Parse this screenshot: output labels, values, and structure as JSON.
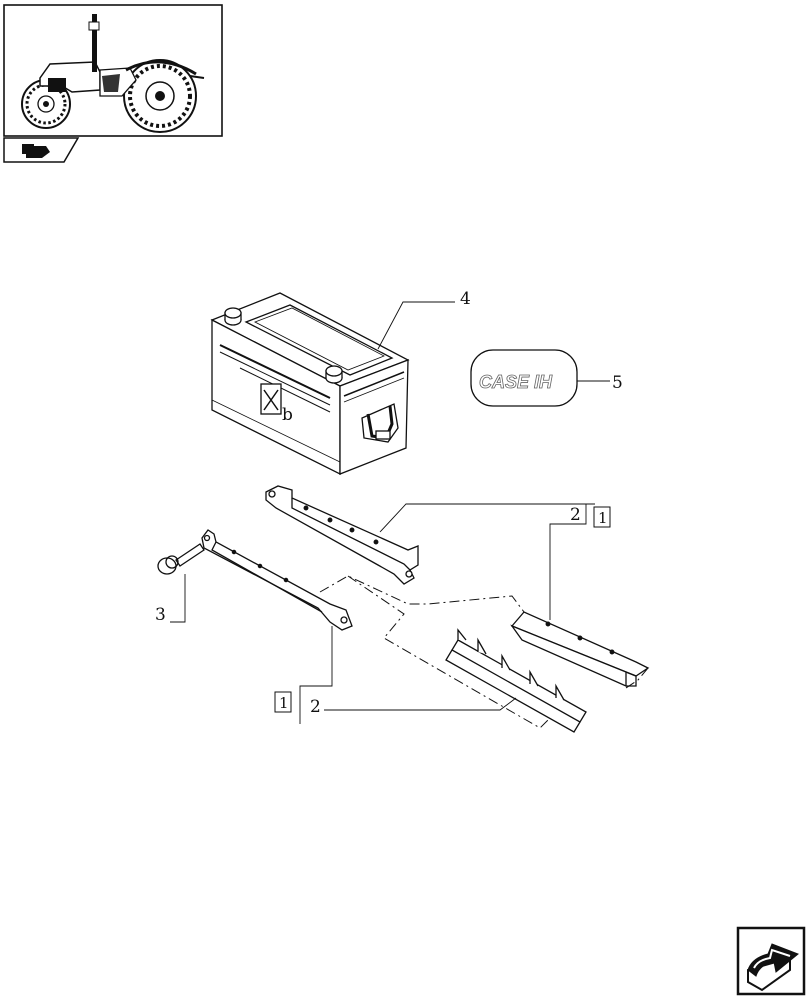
{
  "callouts": {
    "battery": "4",
    "decal": "5",
    "bolt": "3",
    "bracket_upper_ref": "2",
    "bracket_upper_box": "1",
    "bracket_lower_ref": "2",
    "bracket_lower_box": "1"
  },
  "battery_mark": "b",
  "decal_text": "CASE IH",
  "icons": {
    "thumbnail": "tractor-thumbnail-icon",
    "section": "tractor-section-icon",
    "navigation": "next-page-arrow-icon"
  }
}
